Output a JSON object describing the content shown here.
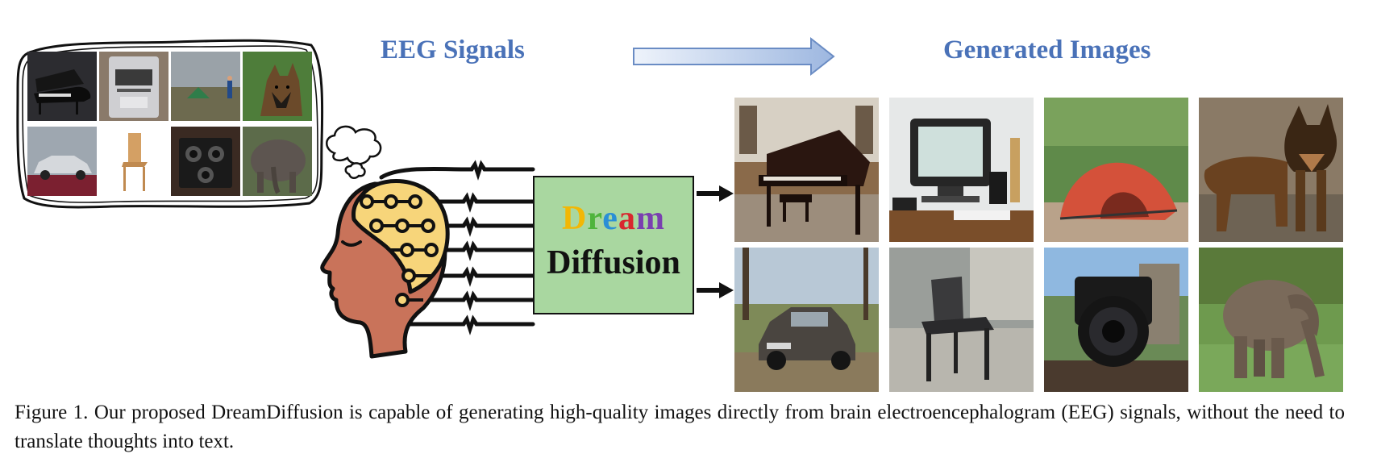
{
  "headings": {
    "eeg": "EEG Signals",
    "generated": "Generated Images"
  },
  "model_box": {
    "dream_letters": [
      {
        "ch": "D",
        "color": "#f2b705"
      },
      {
        "ch": "r",
        "color": "#4fb43c"
      },
      {
        "ch": "e",
        "color": "#2a8fd6"
      },
      {
        "ch": "a",
        "color": "#d9272e"
      },
      {
        "ch": "m",
        "color": "#7a3fb0"
      }
    ],
    "line2": "Diffusion",
    "fill_color": "#a9d7a0"
  },
  "thought_images": [
    {
      "subject": "grand piano",
      "icon": "piano-icon"
    },
    {
      "subject": "computer",
      "icon": "computer-icon"
    },
    {
      "subject": "tent",
      "icon": "tent-icon"
    },
    {
      "subject": "dog",
      "icon": "dog-icon"
    },
    {
      "subject": "car",
      "icon": "car-icon"
    },
    {
      "subject": "chair",
      "icon": "chair-icon"
    },
    {
      "subject": "camera",
      "icon": "camera-icon"
    },
    {
      "subject": "elephant",
      "icon": "elephant-icon"
    }
  ],
  "generated_images": [
    {
      "subject": "grand piano",
      "icon": "piano-icon"
    },
    {
      "subject": "computer",
      "icon": "computer-icon"
    },
    {
      "subject": "tent",
      "icon": "tent-icon"
    },
    {
      "subject": "dog",
      "icon": "dog-icon"
    },
    {
      "subject": "car",
      "icon": "car-icon"
    },
    {
      "subject": "chair",
      "icon": "chair-icon"
    },
    {
      "subject": "camera",
      "icon": "camera-icon"
    },
    {
      "subject": "elephant",
      "icon": "elephant-icon"
    }
  ],
  "caption": "Figure 1. Our proposed DreamDiffusion is capable of generating high-quality images directly from brain electroencephalogram (EEG) signals, without the need to translate thoughts into text.",
  "colors": {
    "heading": "#4a72b8",
    "head_skin": "#c9735a",
    "brain": "#f7d57a"
  }
}
